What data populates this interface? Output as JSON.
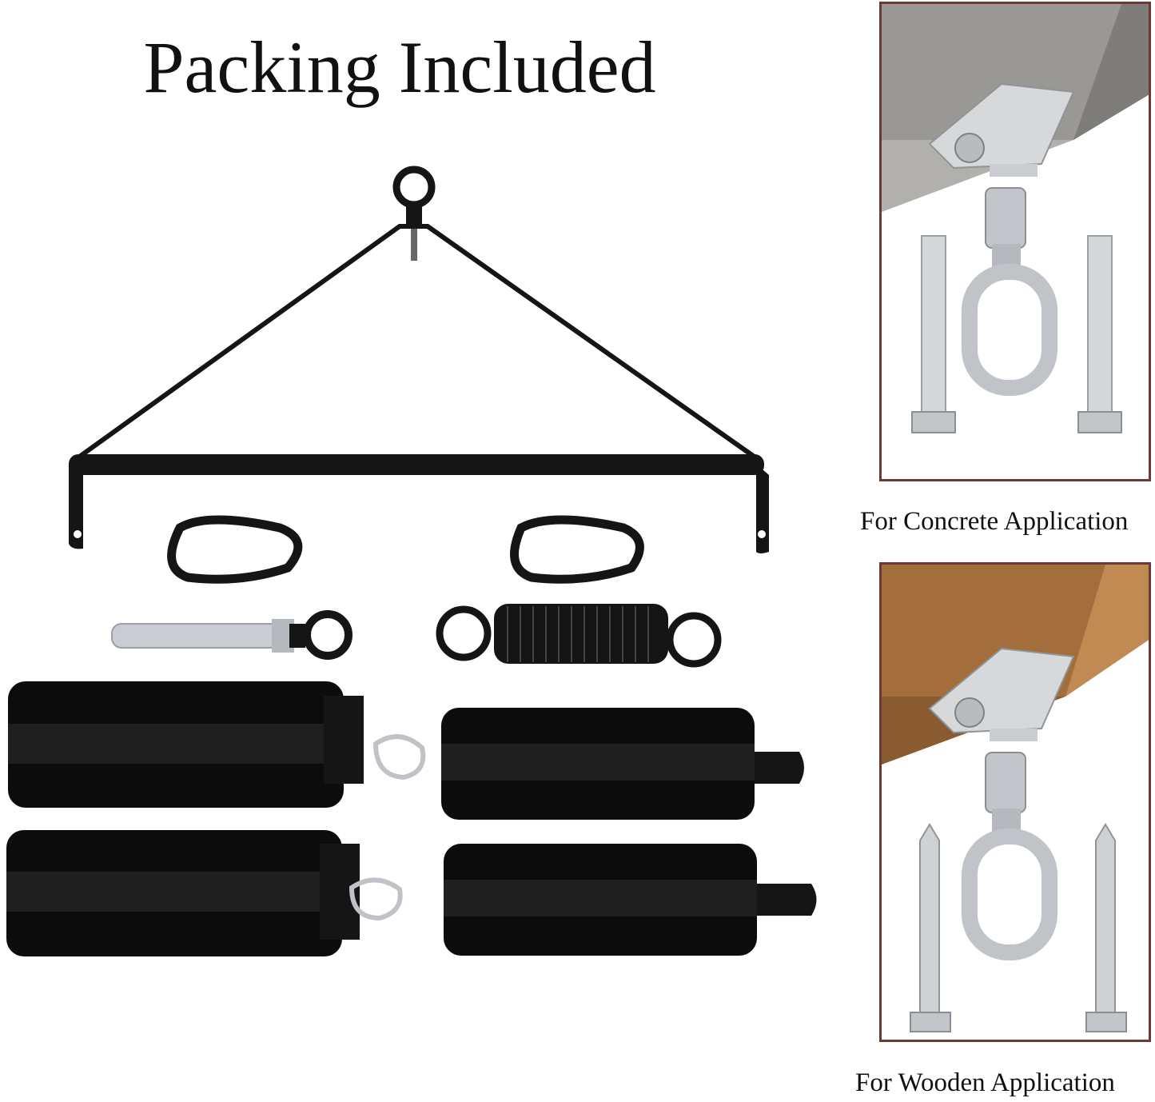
{
  "title": "Packing Included",
  "panels": {
    "concrete": {
      "caption": "For Concrete Application"
    },
    "wooden": {
      "caption": "For Wooden Application"
    }
  },
  "colors": {
    "black_metal": "#151515",
    "fabric": "#0c0c0c",
    "steel": "#c9ccd0",
    "frame": "#6b3a35",
    "concrete": "#9a9894",
    "wood": "#a36d3c"
  },
  "icons": [
    "spreader-bar",
    "carabiner",
    "eye-bolt",
    "spring",
    "cuff",
    "swivel-hook",
    "expansion-bolt",
    "lag-screw"
  ]
}
